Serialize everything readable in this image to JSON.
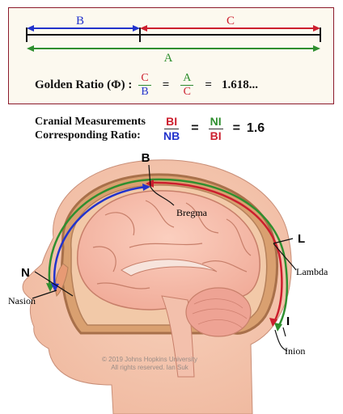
{
  "segments": {
    "b_label": "B",
    "c_label": "C",
    "a_label": "A",
    "colors": {
      "b": "#2233cc",
      "c": "#cc1f2e",
      "a": "#2f8f2f"
    }
  },
  "golden": {
    "label": "Golden Ratio (Φ) :",
    "frac1_num": "C",
    "frac1_den": "B",
    "eq1": "=",
    "frac2_num": "A",
    "frac2_den": "C",
    "eq2": "=",
    "value": "1.618..."
  },
  "cranial": {
    "line1": "Cranial Measurements",
    "line2": "Corresponding Ratio:",
    "frac1_num": "BI",
    "frac1_den": "NB",
    "eq1": "=",
    "frac2_num": "NI",
    "frac2_den": "BI",
    "eq2": "=",
    "value": "1.6"
  },
  "landmarks": {
    "b_letter": "B",
    "bregma": "Bregma",
    "l_letter": "L",
    "lambda": "Lambda",
    "n_letter": "N",
    "nasion": "Nasion",
    "i_letter": "I",
    "inion": "Inion"
  },
  "copyright": {
    "line1": "© 2019 Johns Hopkins University",
    "line2": "All rights reserved. Ian Suk"
  }
}
